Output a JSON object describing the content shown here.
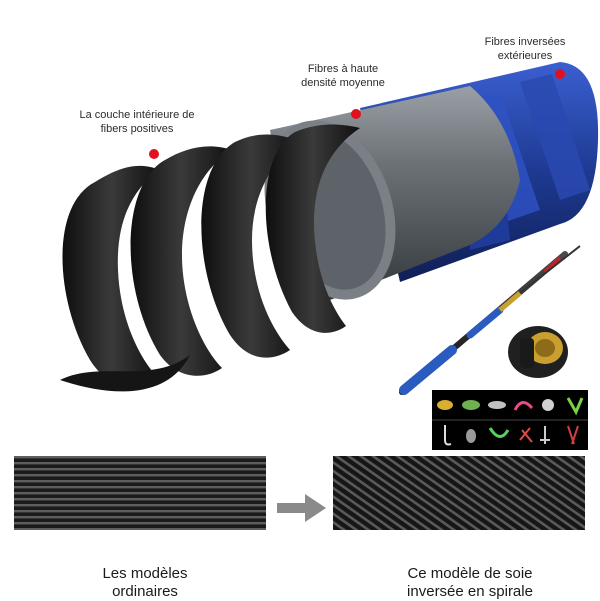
{
  "annotations": {
    "inner_layer": "La couche intérieure de\nfibers positives",
    "medium_density": "Fibres à haute\ndensité moyenne",
    "outer_inverted": "Fibres inversées\nextérieures"
  },
  "captions": {
    "ordinary": "Les modèles\nordinaires",
    "spiral": "Ce modèle de soie\ninversée en spirale"
  },
  "colors": {
    "marker": "#e0101e",
    "outer_blue": "#1f3a8a",
    "mid_gray": "#555b60",
    "inner_black": "#1d1d1d",
    "reel_gold": "#c9a030",
    "rod_blue": "#2a5cc0"
  },
  "icons": {
    "comparison_arrow": "right-arrow-icon",
    "tackle_items": [
      "spoon-lure-icon",
      "crank-lure-icon",
      "minnow-lure-icon",
      "soft-worm-icon",
      "bobber-icon",
      "grub-lure-icon",
      "hook-icon",
      "sinker-icon",
      "shrimp-lure-icon",
      "swivel-icon",
      "treble-hook-icon",
      "jig-icon"
    ]
  }
}
